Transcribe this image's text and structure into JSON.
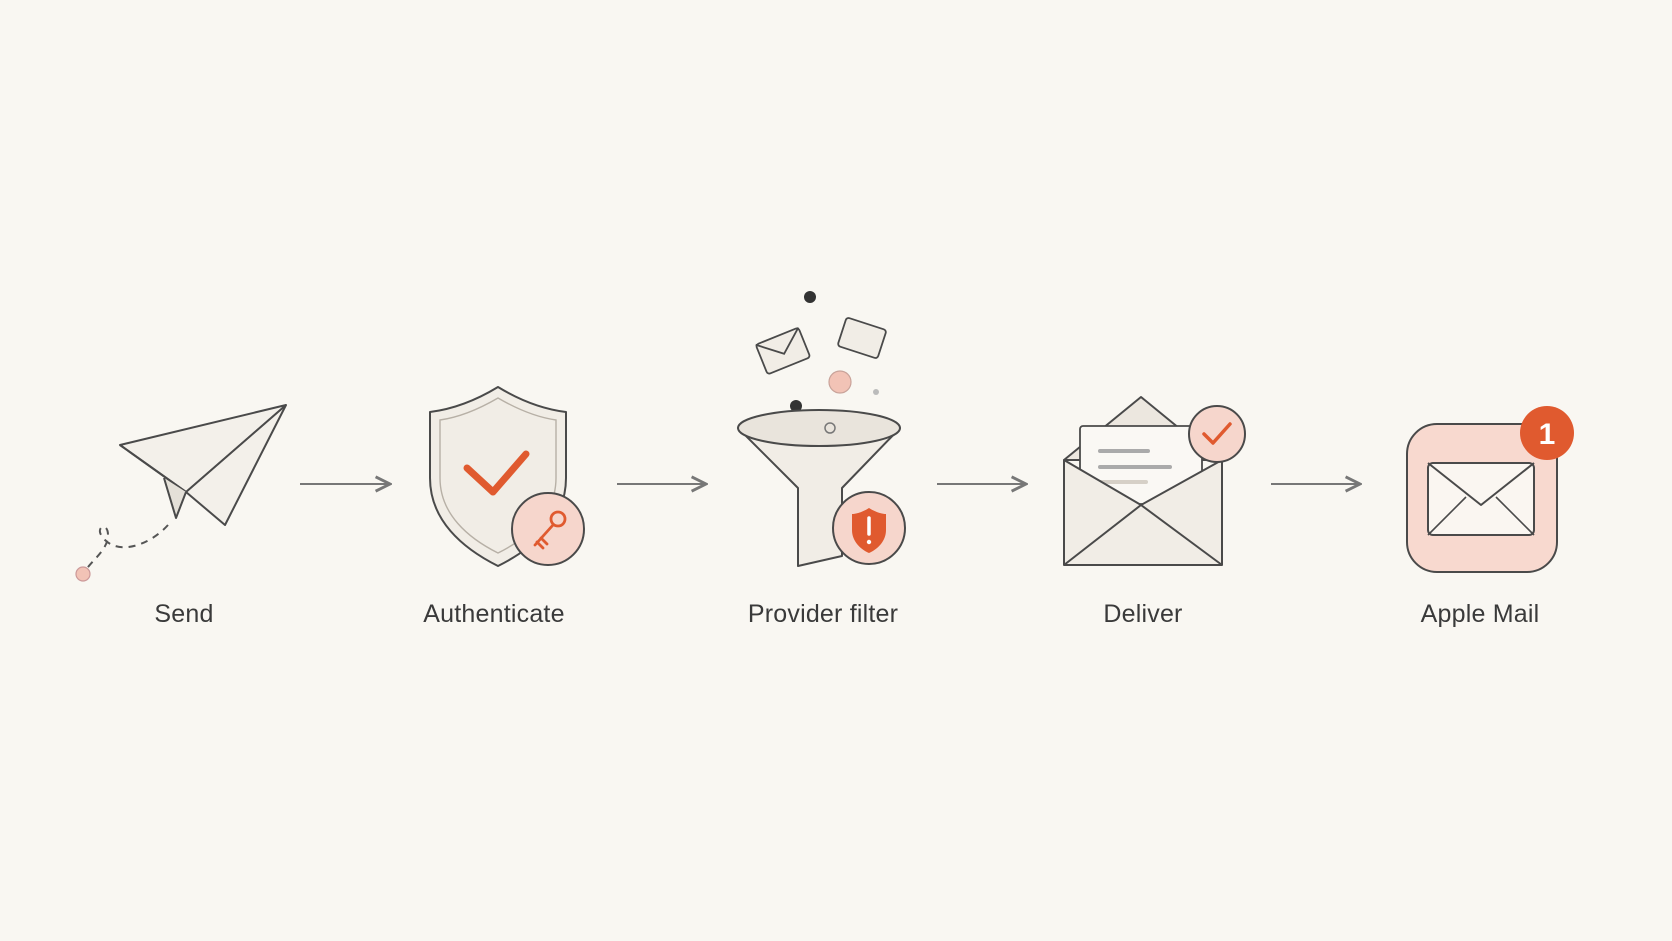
{
  "steps": [
    {
      "label": "Send",
      "icon": "paper-plane-icon"
    },
    {
      "label": "Authenticate",
      "icon": "shield-check-icon",
      "badge_icon": "key-icon"
    },
    {
      "label": "Provider filter",
      "icon": "funnel-icon",
      "badge_icon": "shield-alert-icon"
    },
    {
      "label": "Deliver",
      "icon": "open-envelope-icon",
      "badge_icon": "checkmark-icon"
    },
    {
      "label": "Apple Mail",
      "icon": "mail-app-icon",
      "badge": "1"
    }
  ],
  "colors": {
    "background": "#f9f7f2",
    "line": "#5b5b5b",
    "accent": "#e05a2f",
    "accent_soft": "#f6d6cc",
    "fill_light": "#f1ede6"
  }
}
